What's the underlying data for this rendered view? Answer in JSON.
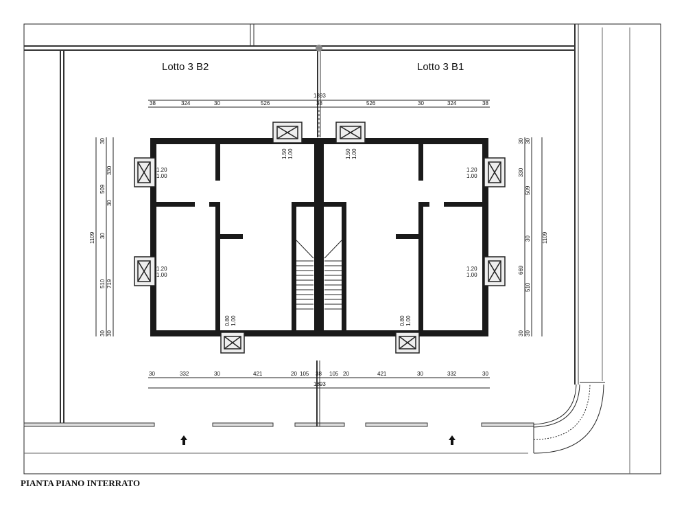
{
  "title": "PIANTA PIANO INTERRATO",
  "lots": {
    "left": "Lotto 3 B2",
    "right": "Lotto 3 B1"
  },
  "top_dims": {
    "total": "1893",
    "segments": [
      "38",
      "324",
      "30",
      "526",
      "38",
      "526",
      "30",
      "324",
      "38"
    ]
  },
  "bottom_dims": {
    "total": "1893",
    "segments": [
      "30",
      "332",
      "30",
      "421",
      "20",
      "105",
      "38",
      "105",
      "20",
      "421",
      "30",
      "332",
      "30"
    ]
  },
  "left_dims": {
    "total": "1109",
    "inner": [
      "30",
      "330",
      "30",
      "509",
      "30",
      "719",
      "510",
      "30",
      "30"
    ]
  },
  "right_dims": {
    "total": "1109",
    "inner": [
      "30",
      "330",
      "30",
      "509",
      "30",
      "669",
      "510",
      "30",
      "30"
    ]
  },
  "window_labels": {
    "top_left": [
      "1.50",
      "1.00"
    ],
    "top_right": [
      "1.50",
      "1.00"
    ],
    "left_upper": [
      "1.20",
      "1.00"
    ],
    "left_lower": [
      "1.20",
      "1.00"
    ],
    "right_upper": [
      "1.20",
      "1.00"
    ],
    "right_lower": [
      "1.20",
      "1.00"
    ],
    "bottom_left": [
      "0.80",
      "1.00"
    ],
    "bottom_right": [
      "0.80",
      "1.00"
    ]
  },
  "icons": {
    "arrow": "up-arrow-icon",
    "window": "light-well-icon"
  }
}
